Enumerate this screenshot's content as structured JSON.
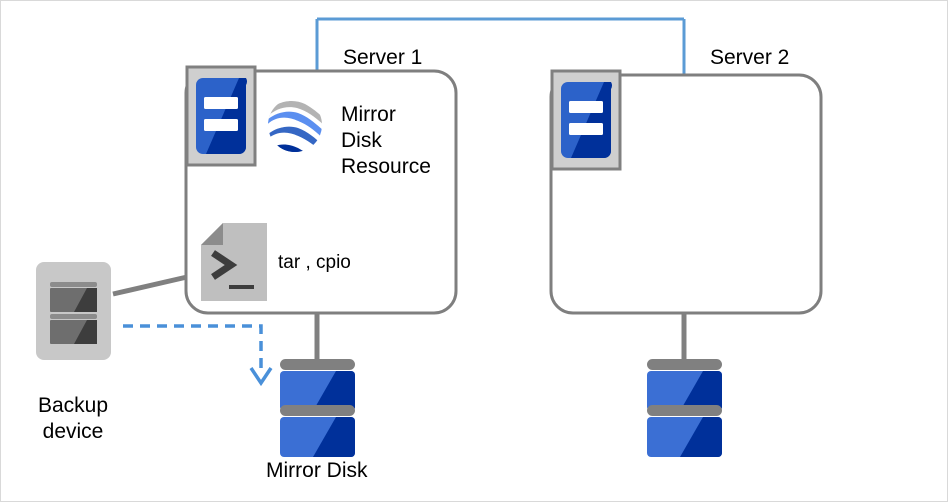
{
  "diagram": {
    "title_server1": "Server 1",
    "title_server2": "Server 2",
    "mirror_disk_resource_label": "Mirror\nDisk\nResource",
    "mirror_disk_resource_line1": "Mirror",
    "mirror_disk_resource_line2": "Disk",
    "mirror_disk_resource_line3": "Resource",
    "command_label": "tar , cpio",
    "mirror_disk_label": "Mirror Disk",
    "backup_device_label_line1": "Backup",
    "backup_device_label_line2": "device",
    "icons": {
      "server_icon": "server-icon",
      "mirror_disk_resource_icon": "globe-mirror-icon",
      "script_icon": "terminal-script-icon",
      "backup_device_icon": "backup-device-icon",
      "disk_icon": "disk-stack-icon",
      "arrow_icon": "dashed-down-arrow-icon"
    },
    "colors": {
      "interconnect_line": "#5b9bd5",
      "backup_flow_line": "#4a90d9",
      "box_border": "#7f7f7f",
      "disk_light_blue": "#3b6fd4",
      "disk_dark_blue": "#00309a",
      "disk_bar_gray": "#808080",
      "icon_frame_gray": "#cfcfcf",
      "icon_frame_border": "#808080",
      "script_icon_gray": "#bfbfbf",
      "backup_device_gray": "#c8c8c8",
      "backup_device_dark": "#3d3d3d",
      "text": "#000000",
      "page_border": "#d9d9d9"
    }
  }
}
